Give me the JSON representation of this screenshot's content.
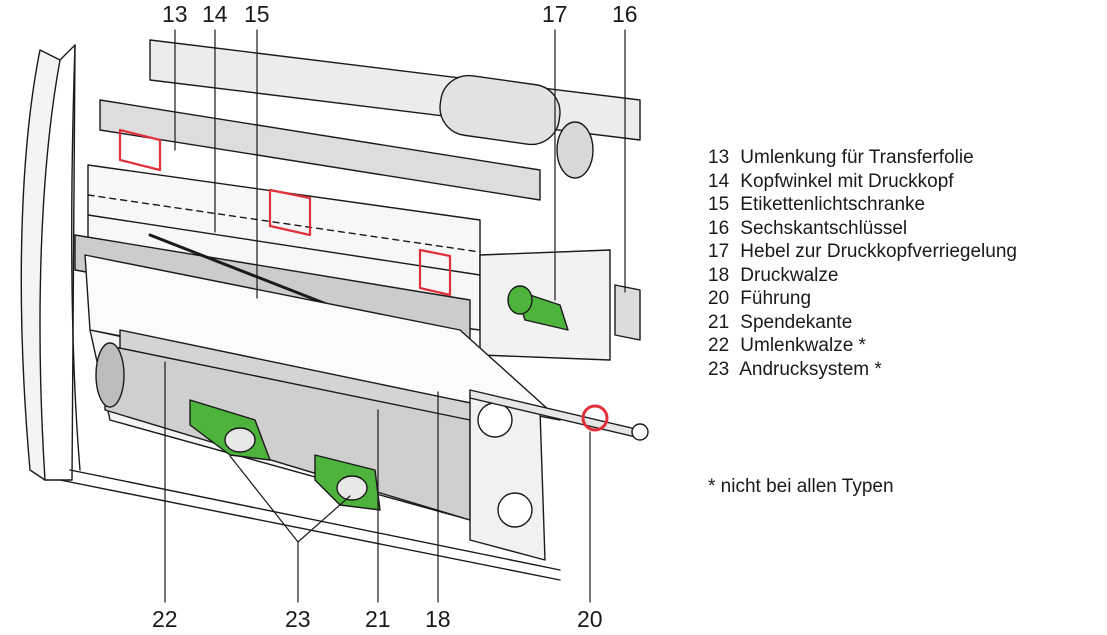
{
  "callouts_top": [
    "13",
    "14",
    "15",
    "17",
    "16"
  ],
  "callouts_bottom": [
    "22",
    "23",
    "21",
    "18",
    "20"
  ],
  "legend": [
    {
      "num": "13",
      "text": "Umlenkung für Transferfolie"
    },
    {
      "num": "14",
      "text": "Kopfwinkel mit Druckkopf"
    },
    {
      "num": "15",
      "text": "Etikettenlichtschranke"
    },
    {
      "num": "16",
      "text": "Sechskantschlüssel"
    },
    {
      "num": "17",
      "text": "Hebel zur Druckkopfverriegelung"
    },
    {
      "num": "18",
      "text": "Druckwalze"
    },
    {
      "num": "20",
      "text": "Führung"
    },
    {
      "num": "21",
      "text": "Spendekante"
    },
    {
      "num": "22",
      "text": "Umlenkwalze *"
    },
    {
      "num": "23",
      "text": "Andrucksystem *"
    }
  ],
  "footnote": "* nicht bei allen Typen",
  "colors": {
    "line": "#1a1a1a",
    "red_part": "#e0303a",
    "green_part": "#4db33d",
    "roller_grey": "#cfcfcf"
  }
}
